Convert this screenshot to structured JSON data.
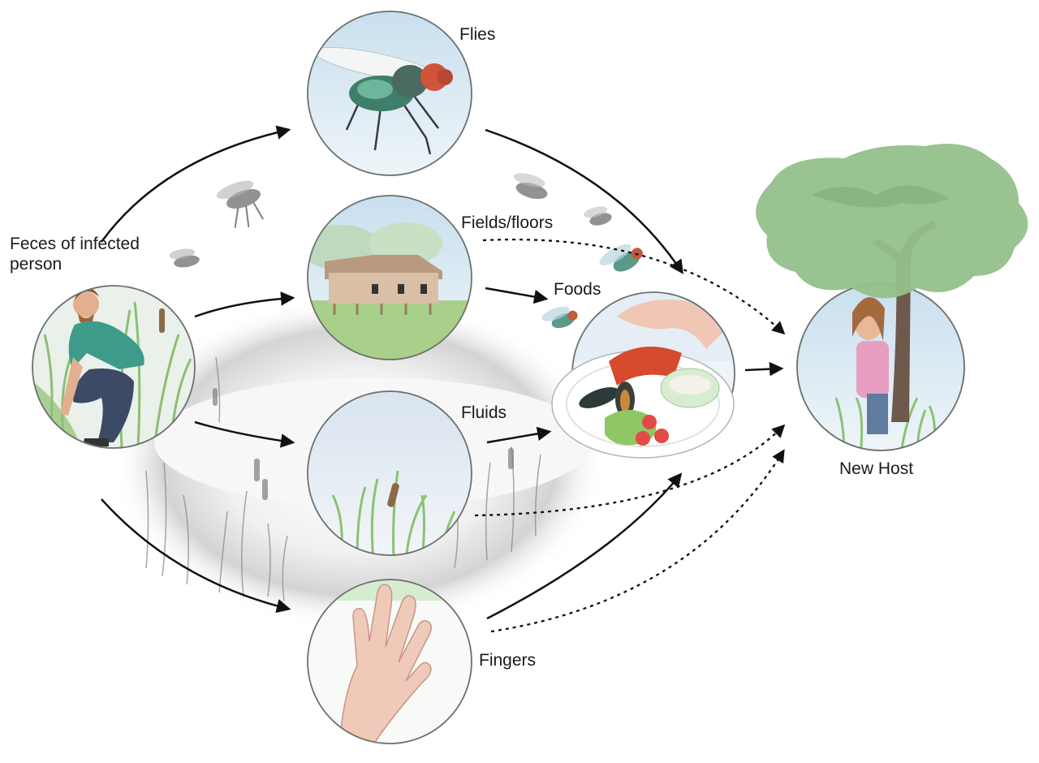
{
  "labels": {
    "source": "Feces of infected person",
    "flies": "Flies",
    "fields": "Fields/floors",
    "foods": "Foods",
    "fluids": "Fluids",
    "fingers": "Fingers",
    "host": "New Host"
  },
  "colors": {
    "arrow": "#111111",
    "circle_stroke": "#6b7070",
    "sky": "#d7e8f2",
    "grass": "#9cc984",
    "tree_foliage": "#93c08a",
    "trunk": "#6d5a4c",
    "pond_shadow": "#c9c9c9"
  },
  "icons": {
    "source": "person-crouching-icon",
    "flies": "fly-icon",
    "fields": "house-field-icon",
    "foods": "food-plate-icon",
    "fluids": "water-reeds-icon",
    "fingers": "hand-icon",
    "host": "person-tree-icon"
  }
}
